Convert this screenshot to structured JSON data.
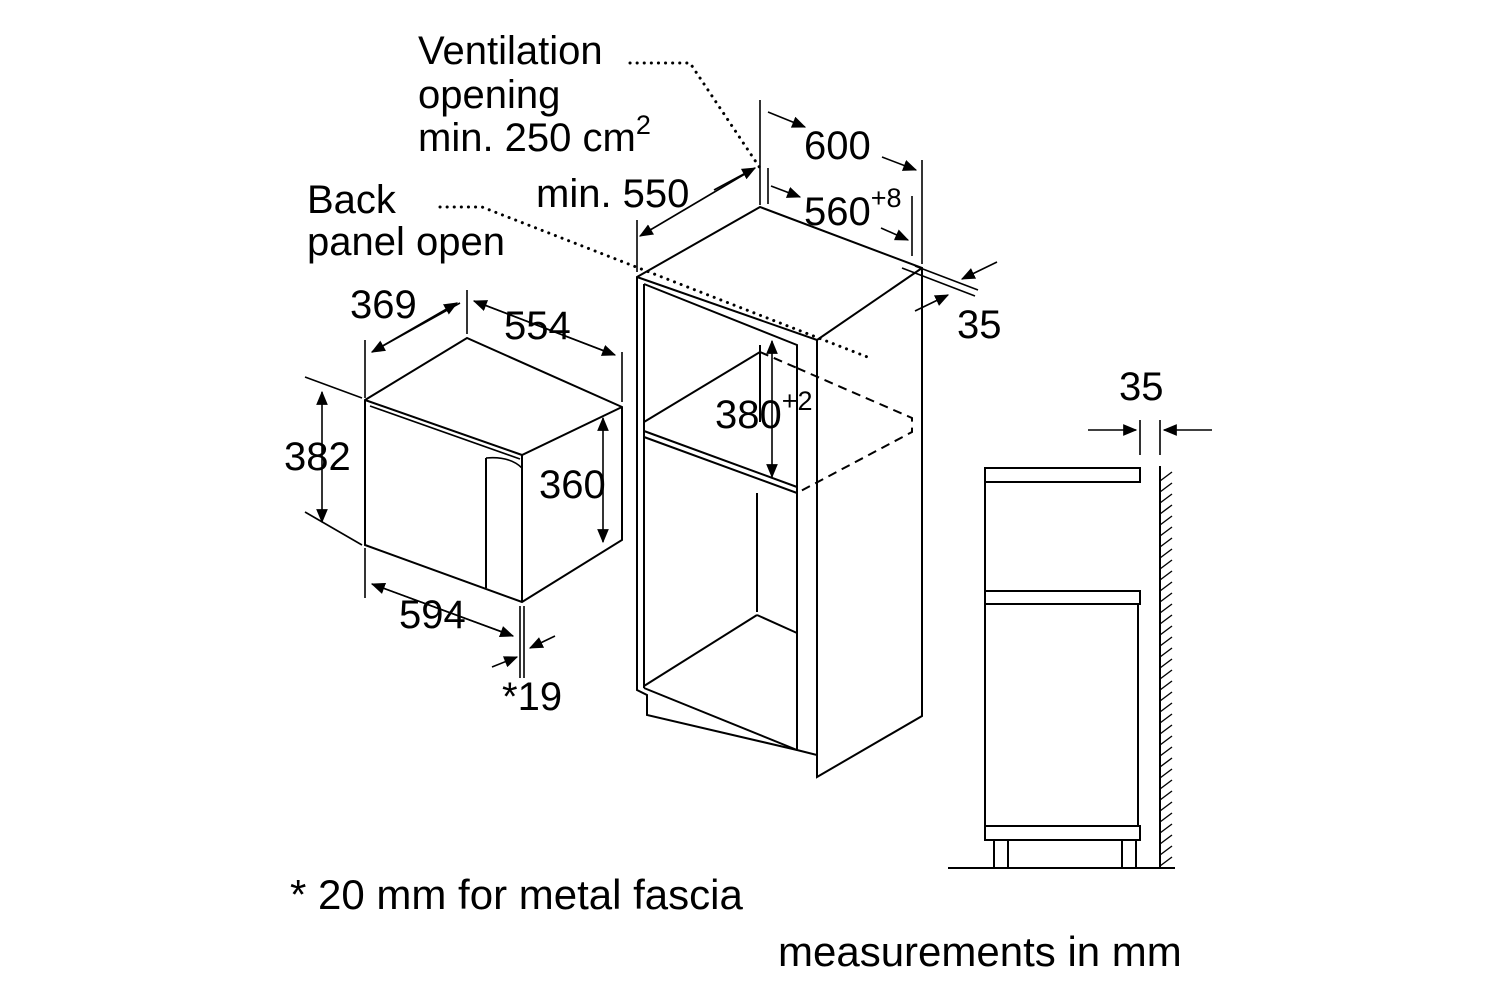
{
  "labels": {
    "ventilation_line1": "Ventilation",
    "ventilation_line2": "opening",
    "ventilation_line3": "min. 250 cm",
    "ventilation_sup": "2",
    "back_line1": "Back",
    "back_line2": "panel open",
    "footnote": "* 20 mm for metal fascia",
    "units_note": "measurements in mm"
  },
  "dimensions": {
    "unit_depth": "369",
    "unit_inner_width": "554",
    "unit_height": "382",
    "unit_inner_height": "360",
    "unit_width": "594",
    "fascia": "*19",
    "cabinet_width": "600",
    "cabinet_min_depth": "min. 550",
    "niche_width": "560",
    "niche_width_tol": "+8",
    "niche_height": "380",
    "niche_height_tol": "+2",
    "front_offset": "35",
    "side_offset": "35"
  }
}
